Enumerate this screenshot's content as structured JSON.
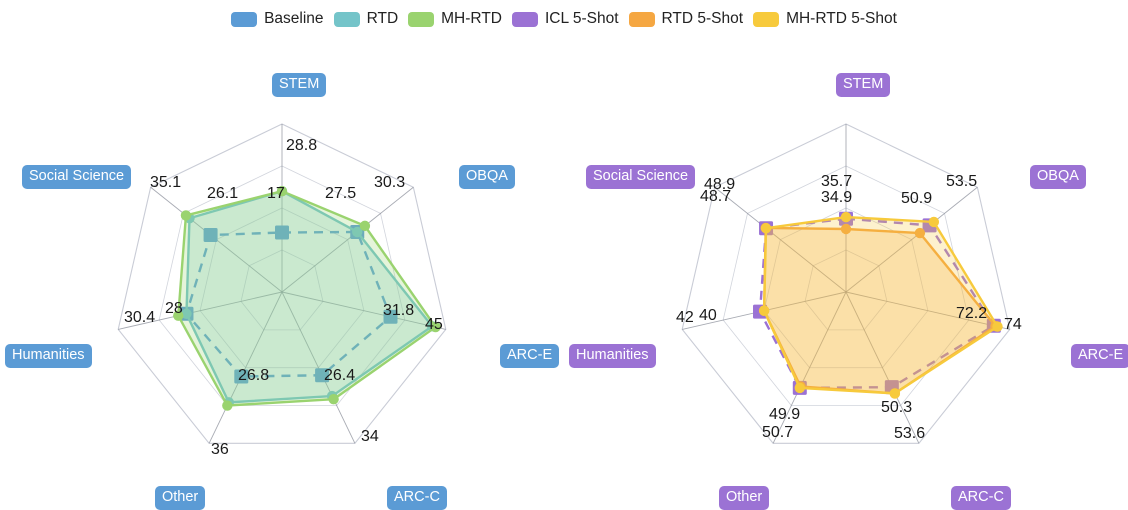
{
  "legend": {
    "items": [
      {
        "label": "Baseline",
        "color": "#5b9bd5"
      },
      {
        "label": "RTD",
        "color": "#74c4c9"
      },
      {
        "label": "MH-RTD",
        "color": "#9ad36f"
      },
      {
        "label": "ICL 5-Shot",
        "color": "#9b72d4"
      },
      {
        "label": "RTD 5-Shot",
        "color": "#f5a councils"
      },
      {
        "label": "MH-RTD 5-Shot",
        "color": "#f7ca3c"
      }
    ]
  },
  "colors": {
    "baseline": "#5b9bd5",
    "rtd": "#74c4c9",
    "mh_rtd": "#9ad36f",
    "icl5": "#9b72d4",
    "rtd5": "#f5a742",
    "mh_rtd5": "#f7ca3c",
    "chip_left": "#5b9bd5",
    "chip_right": "#9b72d4",
    "grid": "#c9ccd6",
    "spoke": "#8b8f9a",
    "label_text": "#1a1a1a"
  },
  "chart_data": [
    {
      "type": "radar",
      "id": "left",
      "title": "",
      "categories": [
        "STEM",
        "OBQA",
        "ARC-E",
        "ARC-C",
        "Other",
        "Humanities",
        "Social Science"
      ],
      "rmax": 48,
      "grid_rings": 4,
      "series": [
        {
          "name": "Baseline",
          "color": "#5b9bd5",
          "style": "dashed",
          "marker": "square",
          "values": [
            17,
            27.5,
            31.8,
            26.4,
            26.8,
            28,
            26.1
          ]
        },
        {
          "name": "RTD",
          "color": "#74c4c9",
          "style": "solid",
          "marker": "circle",
          "values": [
            28.8,
            27.5,
            44.0,
            33.0,
            35.0,
            28.0,
            33.8
          ]
        },
        {
          "name": "MH-RTD",
          "color": "#9ad36f",
          "style": "solid",
          "marker": "circle",
          "values": [
            28.8,
            30.3,
            45,
            34,
            36,
            30.4,
            35.1
          ]
        }
      ],
      "point_labels": [
        {
          "text": "28.8",
          "x": 286,
          "y": 104,
          "series": "MH-RTD"
        },
        {
          "text": "30.3",
          "x": 374,
          "y": 141,
          "series": "MH-RTD"
        },
        {
          "text": "27.5",
          "x": 325,
          "y": 152,
          "series": "RTD"
        },
        {
          "text": "17",
          "x": 267,
          "y": 152,
          "series": "Baseline"
        },
        {
          "text": "26.1",
          "x": 207,
          "y": 152,
          "series": "Baseline"
        },
        {
          "text": "35.1",
          "x": 150,
          "y": 141,
          "series": "MH-RTD"
        },
        {
          "text": "30.4",
          "x": 124,
          "y": 276,
          "series": "MH-RTD"
        },
        {
          "text": "28",
          "x": 165,
          "y": 267,
          "series": "Baseline"
        },
        {
          "text": "31.8",
          "x": 383,
          "y": 269,
          "series": "Baseline"
        },
        {
          "text": "45",
          "x": 425,
          "y": 283,
          "series": "MH-RTD"
        },
        {
          "text": "26.8",
          "x": 238,
          "y": 334,
          "series": "Baseline"
        },
        {
          "text": "26.4",
          "x": 324,
          "y": 334,
          "series": "Baseline"
        },
        {
          "text": "36",
          "x": 211,
          "y": 408,
          "series": "MH-RTD"
        },
        {
          "text": "34",
          "x": 361,
          "y": 395,
          "series": "MH-RTD"
        }
      ],
      "axis_chips": [
        {
          "text": "STEM",
          "x": 272,
          "y": 39
        },
        {
          "text": "OBQA",
          "x": 459,
          "y": 131
        },
        {
          "text": "ARC-E",
          "x": 500,
          "y": 310
        },
        {
          "text": "ARC-C",
          "x": 387,
          "y": 452
        },
        {
          "text": "Other",
          "x": 155,
          "y": 452
        },
        {
          "text": "Humanities",
          "x": 5,
          "y": 310
        },
        {
          "text": "Social Science",
          "x": 22,
          "y": 131
        }
      ]
    },
    {
      "type": "radar",
      "id": "right",
      "title": "",
      "categories": [
        "STEM",
        "OBQA",
        "ARC-E",
        "ARC-C",
        "Other",
        "Humanities",
        "Social Science"
      ],
      "rmax": 80,
      "grid_rings": 4,
      "series": [
        {
          "name": "ICL 5-Shot",
          "color": "#9b72d4",
          "style": "dashed",
          "marker": "square",
          "values": [
            34.9,
            50.9,
            72.2,
            50.3,
            50.7,
            42,
            48.7
          ]
        },
        {
          "name": "RTD 5-Shot",
          "color": "#f5a742",
          "style": "solid",
          "marker": "circle",
          "values": [
            30.0,
            45.0,
            73.0,
            53.6,
            49.9,
            40,
            48.9
          ]
        },
        {
          "name": "MH-RTD 5-Shot",
          "color": "#f7ca3c",
          "style": "solid",
          "marker": "circle",
          "values": [
            35.7,
            53.5,
            74,
            53.6,
            50.7,
            40,
            48.7
          ]
        }
      ],
      "point_labels": [
        {
          "text": "35.7",
          "x": 257,
          "y": 140,
          "series": "MH-RTD 5-Shot"
        },
        {
          "text": "34.9",
          "x": 257,
          "y": 156,
          "series": "ICL 5-Shot"
        },
        {
          "text": "53.5",
          "x": 382,
          "y": 140,
          "series": "MH-RTD 5-Shot"
        },
        {
          "text": "50.9",
          "x": 337,
          "y": 157,
          "series": "ICL 5-Shot"
        },
        {
          "text": "48.9",
          "x": 140,
          "y": 143,
          "series": "RTD 5-Shot"
        },
        {
          "text": "48.7",
          "x": 136,
          "y": 155,
          "series": "MH-RTD 5-Shot"
        },
        {
          "text": "42",
          "x": 112,
          "y": 276,
          "series": "ICL 5-Shot"
        },
        {
          "text": "40",
          "x": 135,
          "y": 274,
          "series": "RTD 5-Shot"
        },
        {
          "text": "72.2",
          "x": 392,
          "y": 272,
          "series": "ICL 5-Shot"
        },
        {
          "text": "74",
          "x": 440,
          "y": 283,
          "series": "MH-RTD 5-Shot"
        },
        {
          "text": "49.9",
          "x": 205,
          "y": 373,
          "series": "RTD 5-Shot"
        },
        {
          "text": "50.7",
          "x": 198,
          "y": 391,
          "series": "MH-RTD 5-Shot"
        },
        {
          "text": "50.3",
          "x": 317,
          "y": 366,
          "series": "ICL 5-Shot"
        },
        {
          "text": "53.6",
          "x": 330,
          "y": 392,
          "series": "MH-RTD 5-Shot"
        }
      ],
      "axis_chips": [
        {
          "text": "STEM",
          "x": 272,
          "y": 39
        },
        {
          "text": "OBQA",
          "x": 466,
          "y": 131
        },
        {
          "text": "ARC-E",
          "x": 507,
          "y": 310
        },
        {
          "text": "ARC-C",
          "x": 387,
          "y": 452
        },
        {
          "text": "Other",
          "x": 155,
          "y": 452
        },
        {
          "text": "Humanities",
          "x": 5,
          "y": 310
        },
        {
          "text": "Social Science",
          "x": 22,
          "y": 131
        }
      ]
    }
  ]
}
